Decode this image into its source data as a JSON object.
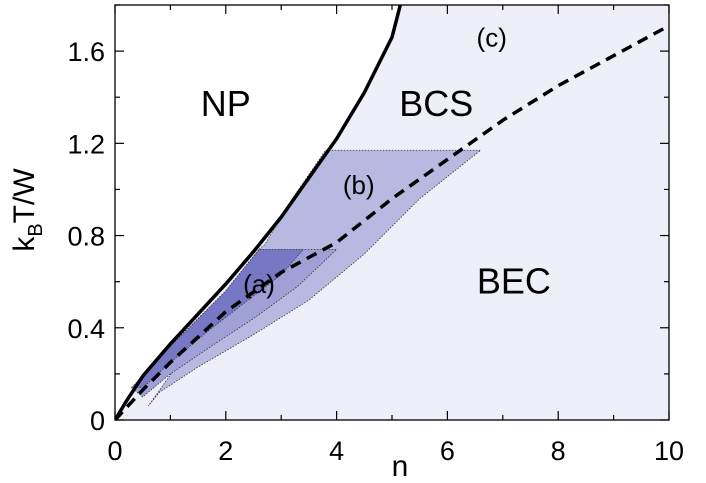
{
  "chart_data": {
    "type": "area",
    "xlabel": "n",
    "ylabel": {
      "main": "k",
      "sub": "B",
      "rest": "T/W"
    },
    "xlim": [
      0,
      10
    ],
    "ylim": [
      0,
      1.8
    ],
    "x_ticks": [
      "0",
      "2",
      "4",
      "6",
      "8",
      "10"
    ],
    "x_tick_values": [
      0,
      2,
      4,
      6,
      8,
      10
    ],
    "y_ticks": [
      "0",
      "0.4",
      "0.8",
      "1.2",
      "1.6"
    ],
    "y_tick_values": [
      0,
      0.4,
      0.8,
      1.2,
      1.6
    ],
    "grid": false,
    "colors": {
      "background_region": "#eeeff8",
      "region_b": "#b8b9e0",
      "region_a_outer": "#9fa0d6",
      "region_a": "#7678c4",
      "np_region": "#ffffff",
      "line": "#000000"
    },
    "region_labels": [
      {
        "text": "NP",
        "x": 2.0,
        "y": 1.37
      },
      {
        "text": "BCS",
        "x": 5.8,
        "y": 1.37
      },
      {
        "text": "BEC",
        "x": 7.2,
        "y": 0.6
      }
    ],
    "panel_labels": [
      {
        "text": "(c)",
        "x": 6.8,
        "y": 1.66
      },
      {
        "text": "(b)",
        "x": 4.4,
        "y": 1.02
      },
      {
        "text": "(a)",
        "x": 2.6,
        "y": 0.59
      }
    ],
    "series": [
      {
        "style": "solid",
        "x": [
          0,
          0.2,
          0.5,
          1.0,
          1.5,
          2.0,
          2.5,
          3.0,
          3.5,
          4.0,
          4.5,
          5.0,
          5.15
        ],
        "y": [
          0,
          0.08,
          0.19,
          0.33,
          0.46,
          0.59,
          0.73,
          0.88,
          1.05,
          1.22,
          1.42,
          1.66,
          1.8
        ]
      },
      {
        "style": "dashed",
        "x": [
          0,
          0.5,
          1.0,
          2.0,
          3.0,
          4.0,
          5.0,
          6.0,
          7.0,
          8.0,
          9.0,
          10.0
        ],
        "y": [
          0,
          0.13,
          0.25,
          0.47,
          0.64,
          0.77,
          0.96,
          1.13,
          1.3,
          1.45,
          1.58,
          1.71
        ]
      }
    ],
    "regions": [
      {
        "name": "b",
        "x": [
          2.6,
          2.7,
          3.2,
          3.8,
          4.2,
          6.6,
          5.5,
          4.5,
          3.5,
          2.5,
          1.5,
          0.8,
          0.6
        ],
        "y": [
          0.74,
          0.76,
          0.96,
          1.17,
          1.17,
          1.17,
          0.96,
          0.72,
          0.52,
          0.37,
          0.23,
          0.12,
          0.06
        ]
      },
      {
        "name": "a_outer",
        "x": [
          0.3,
          1.0,
          2.0,
          2.6,
          3.4,
          4.0,
          3.3,
          2.5,
          1.8,
          1.0,
          0.5
        ],
        "y": [
          0.14,
          0.32,
          0.56,
          0.74,
          0.74,
          0.74,
          0.58,
          0.44,
          0.33,
          0.2,
          0.1
        ]
      },
      {
        "name": "a",
        "x": [
          0.3,
          1.0,
          2.0,
          2.6,
          3.4,
          3.0,
          2.4,
          1.7,
          1.0,
          0.5
        ],
        "y": [
          0.14,
          0.32,
          0.56,
          0.74,
          0.74,
          0.63,
          0.52,
          0.39,
          0.25,
          0.14
        ]
      }
    ]
  }
}
